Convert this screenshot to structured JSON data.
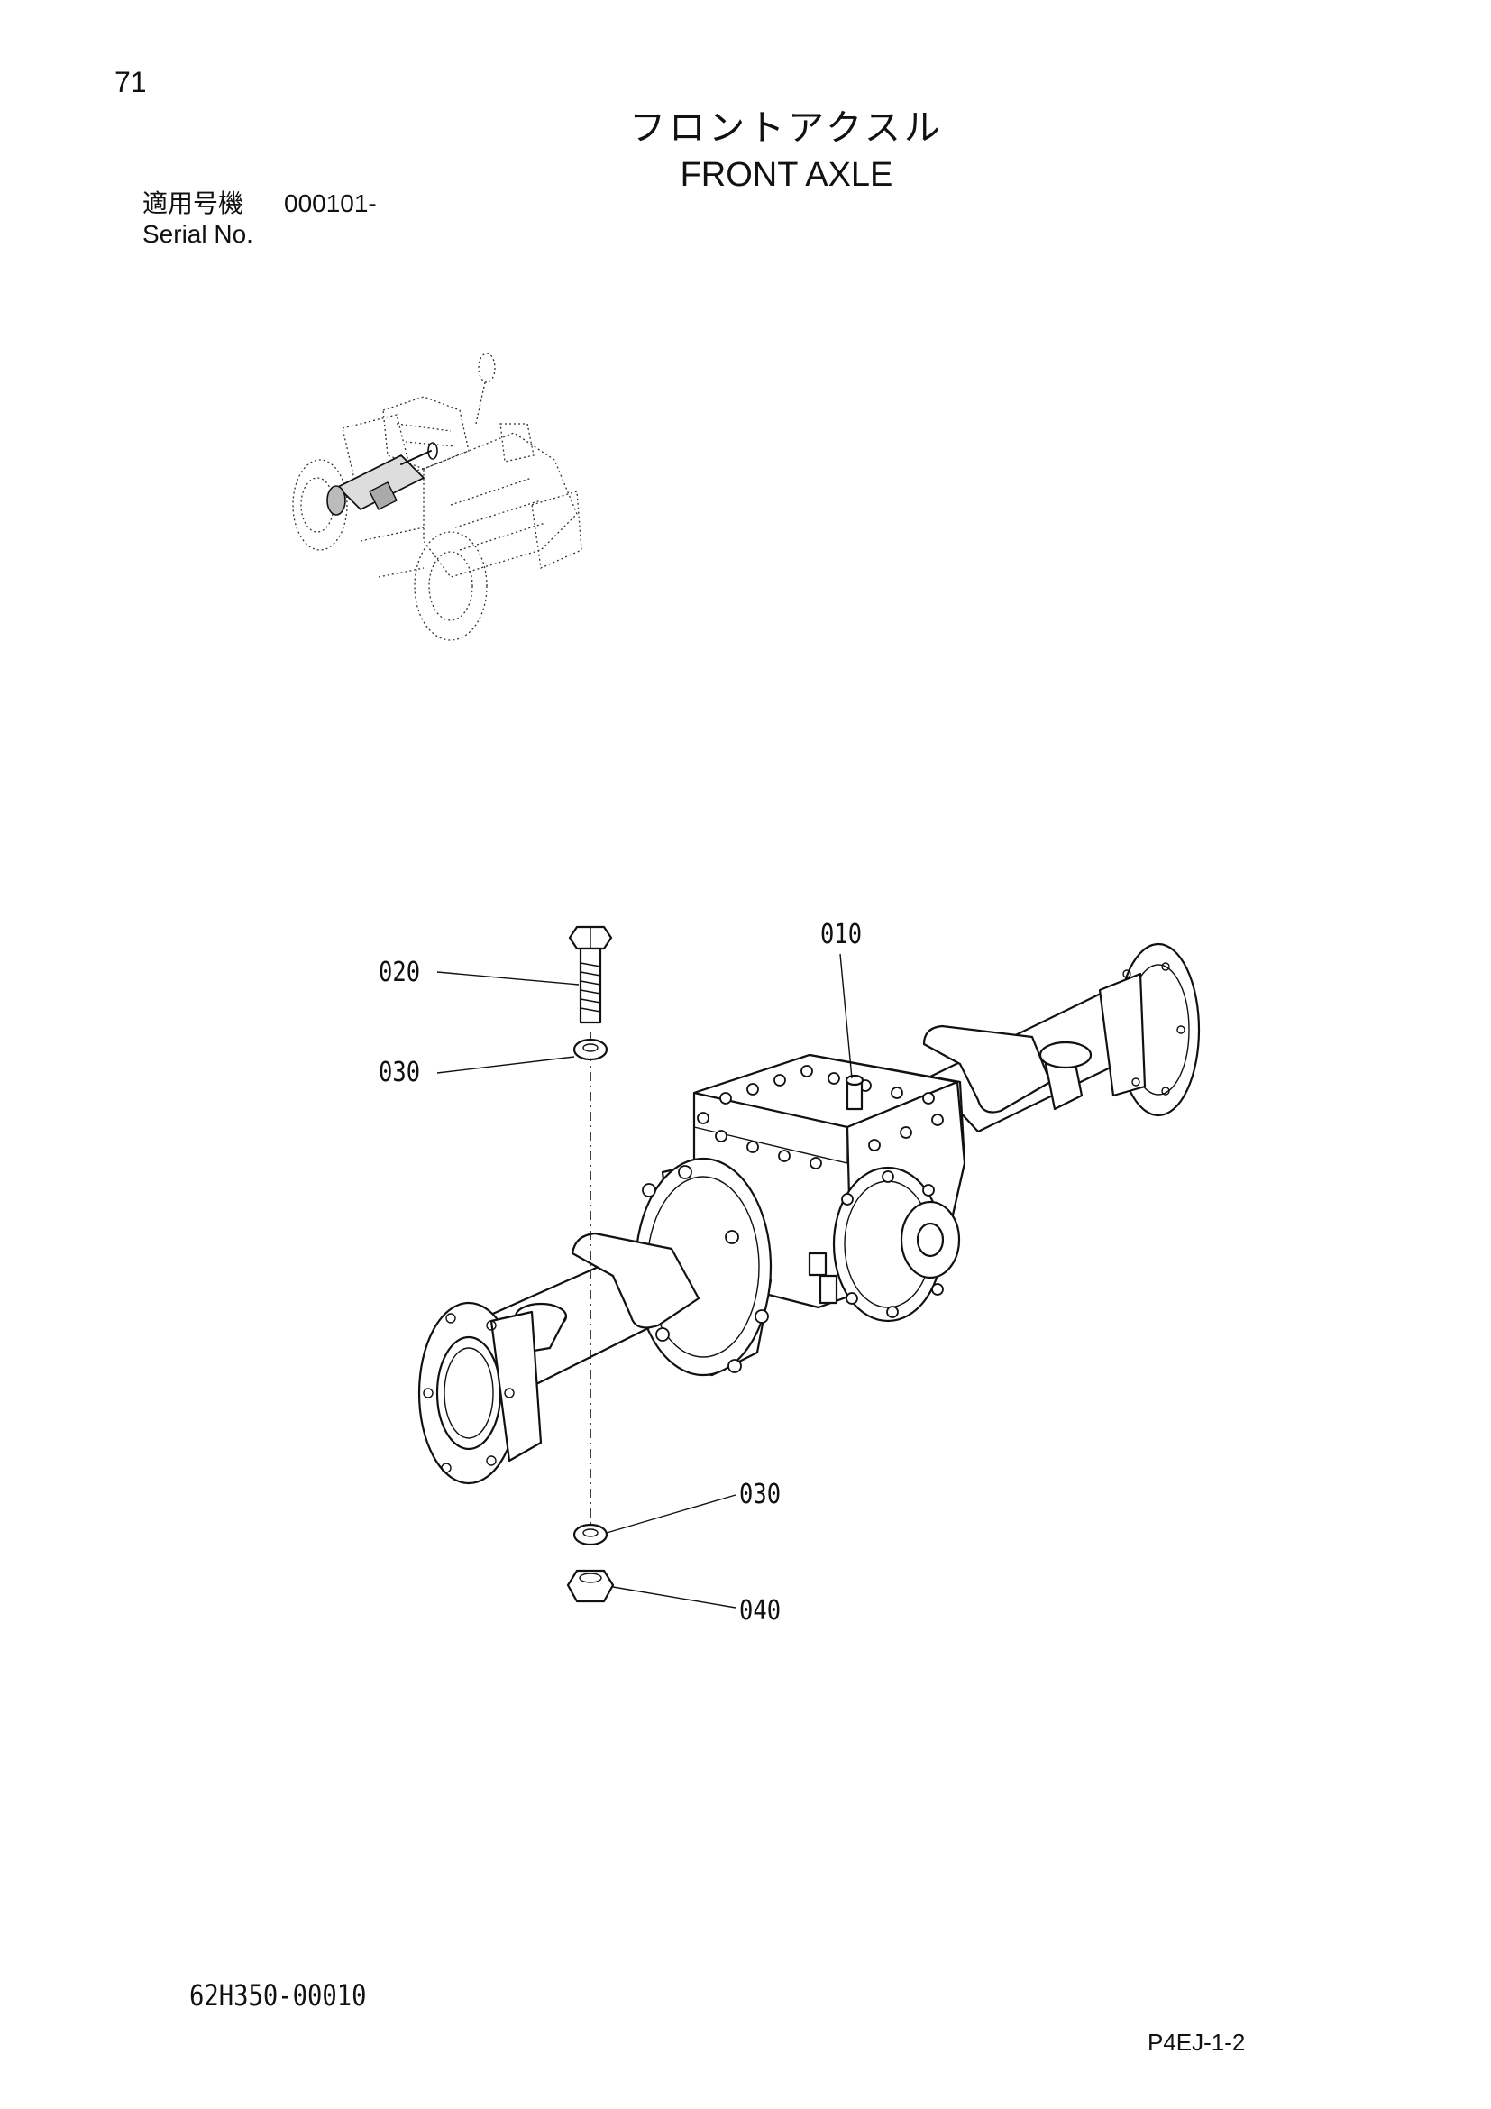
{
  "page": {
    "number": "71",
    "title_ja": "フロントアクスル",
    "title_en": "FRONT AXLE",
    "serial_label_ja": "適用号機",
    "serial_value": "000101-",
    "serial_label_en": "Serial No.",
    "drawing_number": "62H350-00010",
    "page_code": "P4EJ-1-2"
  },
  "callouts": [
    {
      "id": "010",
      "label": "010"
    },
    {
      "id": "020",
      "label": "020"
    },
    {
      "id": "030a",
      "label": "030"
    },
    {
      "id": "030b",
      "label": "030"
    },
    {
      "id": "040",
      "label": "040"
    }
  ]
}
